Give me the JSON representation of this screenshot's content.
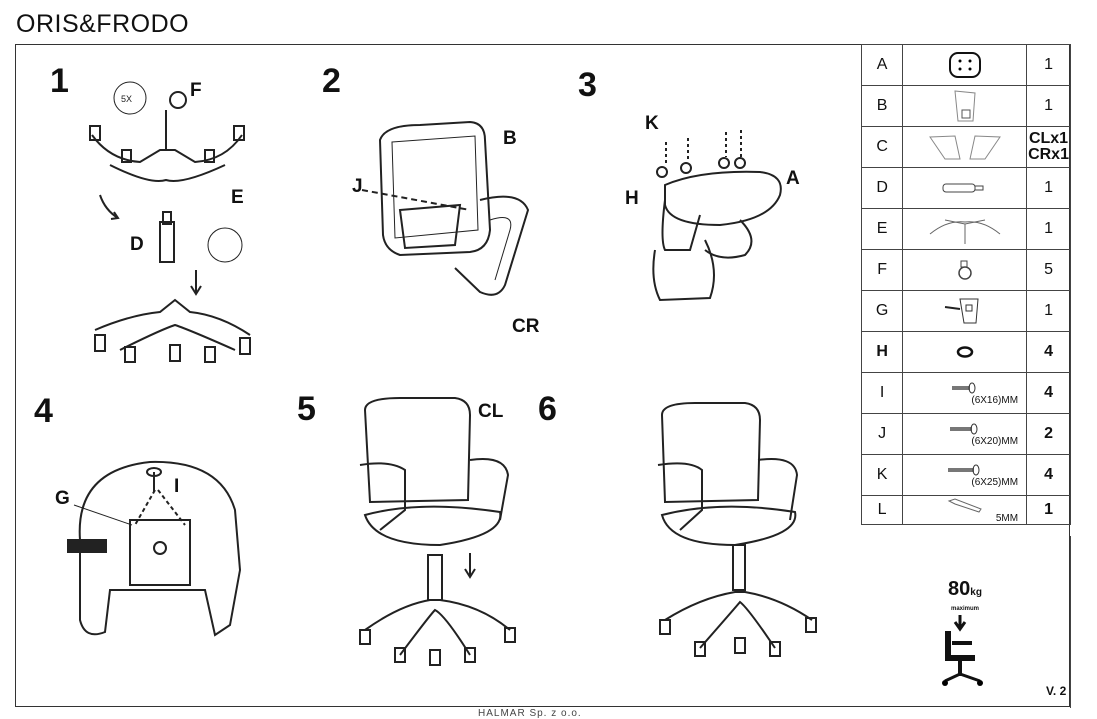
{
  "title": "ORIS&FRODO",
  "steps": [
    {
      "number": "1",
      "labels": [
        "F",
        "E",
        "D"
      ]
    },
    {
      "number": "2",
      "labels": [
        "B",
        "J",
        "CR"
      ]
    },
    {
      "number": "3",
      "labels": [
        "K",
        "H",
        "A"
      ]
    },
    {
      "number": "4",
      "labels": [
        "G",
        "I"
      ]
    },
    {
      "number": "5",
      "labels": [
        "CL"
      ]
    },
    {
      "number": "6",
      "labels": []
    }
  ],
  "step1_callout": "5X",
  "parts": [
    {
      "letter": "A",
      "icon": "seat-icon",
      "qty": "1"
    },
    {
      "letter": "B",
      "icon": "backrest-icon",
      "qty": "1"
    },
    {
      "letter": "C",
      "icon": "armrests-icon",
      "qty": "CLx1\nCRx1"
    },
    {
      "letter": "D",
      "icon": "gas-lift-icon",
      "qty": "1"
    },
    {
      "letter": "E",
      "icon": "base-icon",
      "qty": "1"
    },
    {
      "letter": "F",
      "icon": "caster-icon",
      "qty": "5"
    },
    {
      "letter": "G",
      "icon": "mechanism-icon",
      "qty": "1"
    },
    {
      "letter": "H",
      "icon": "washer-icon",
      "qty": "4"
    },
    {
      "letter": "I",
      "icon": "bolt-icon",
      "spec": "(6X16)MM",
      "qty": "4"
    },
    {
      "letter": "J",
      "icon": "bolt-icon",
      "spec": "(6X20)MM",
      "qty": "2"
    },
    {
      "letter": "K",
      "icon": "bolt-icon",
      "spec": "(6X25)MM",
      "qty": "4"
    },
    {
      "letter": "L",
      "icon": "hex-key-icon",
      "spec": "5MM",
      "qty": "1"
    }
  ],
  "load": {
    "value": "80",
    "unit": "kg",
    "note": "maximum"
  },
  "version": "V. 2",
  "footer": "HALMAR Sp. z o.o."
}
